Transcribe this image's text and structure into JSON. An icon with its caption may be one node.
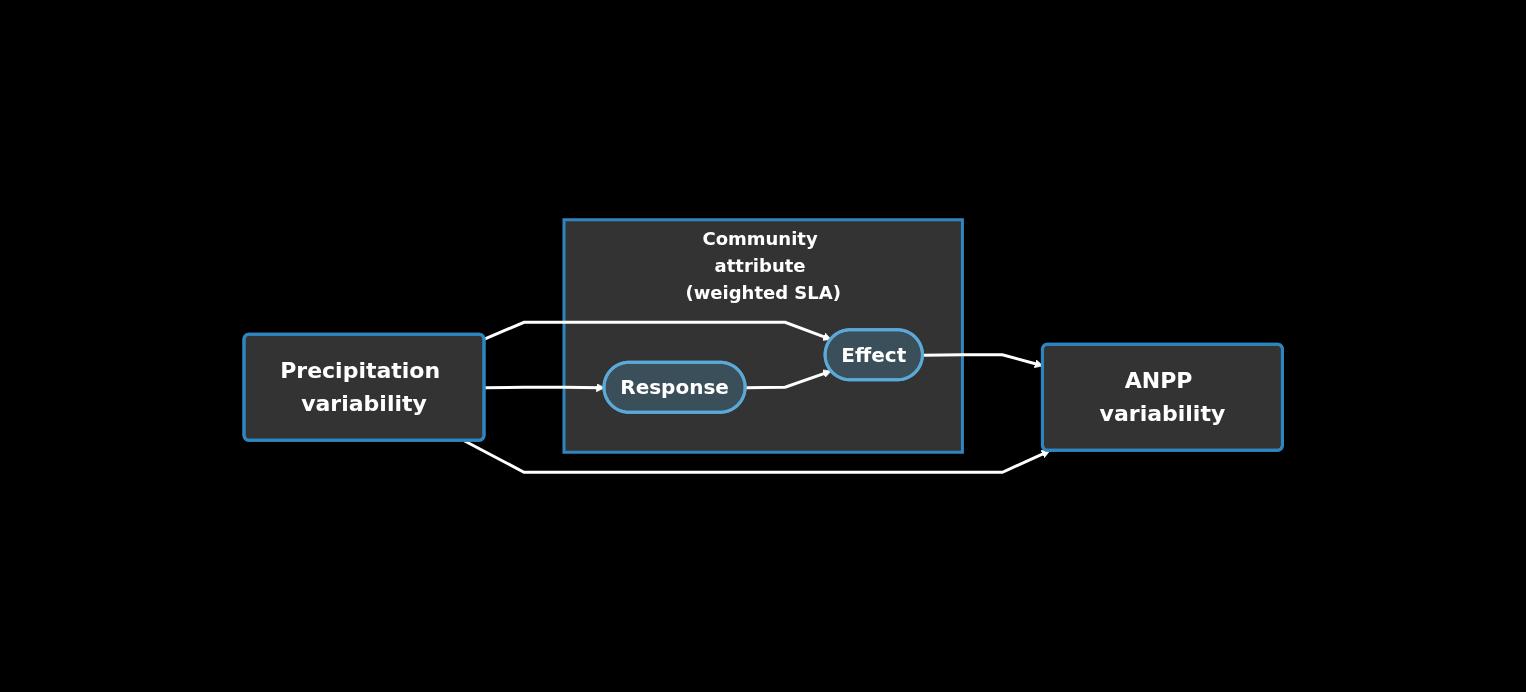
{
  "diagram": {
    "nodes": [
      {
        "text": [
          "Precipitation variability"
        ]
      },
      {
        "text": [
          "Community attribute (weighted SLA)"
        ]
      },
      {
        "text": [
          "Response"
        ],
        "in": 1
      },
      {
        "text": [
          "Effect"
        ],
        "in": 1
      },
      {
        "text": [
          "ANPP variability"
        ]
      }
    ],
    "edges": [
      {
        "from": 0,
        "to": 2,
        "arrow": "to"
      },
      {
        "from": 0,
        "to": 3,
        "arrow": "to"
      },
      {
        "from": 2,
        "to": 3,
        "arrow": "to"
      },
      {
        "from": 3,
        "to": 4,
        "arrow": "to"
      },
      {
        "from": 0,
        "to": 4,
        "arrow": "to"
      }
    ]
  }
}
